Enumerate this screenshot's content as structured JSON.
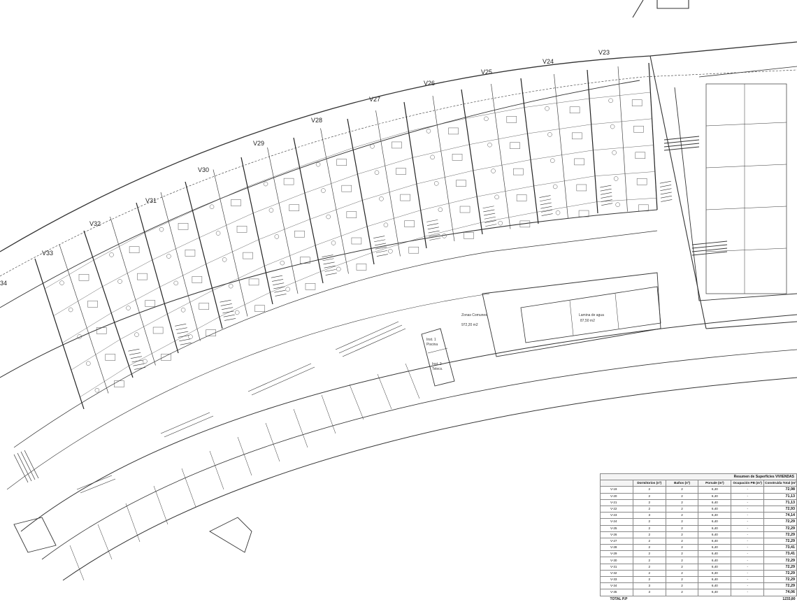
{
  "villa_labels": [
    "V23",
    "V24",
    "V25",
    "V26",
    "V27",
    "V28",
    "V29",
    "V30",
    "V31",
    "V32",
    "V33",
    "34"
  ],
  "areas": {
    "zonas_comunes": [
      "Zonas Comunes",
      "972,20 m2"
    ],
    "lamina_agua": [
      "Lamina de agua",
      "87,50 m2"
    ],
    "inst1": [
      "Inst. 1",
      "Piscina"
    ],
    "inst2": [
      "Inst. 2",
      "Telecs."
    ]
  },
  "summary": {
    "title": "Resumen de Superficies VIVIENDAS",
    "columns": [
      "",
      "Dormitorios (nº)",
      "Baños (nº)",
      "Porsale (m²)",
      "Ocupación PB (m²)",
      "Construida Total (m²)"
    ],
    "rows": [
      [
        "V-19",
        "2",
        "2",
        "6,40",
        "-",
        "72,98"
      ],
      [
        "V-20",
        "2",
        "2",
        "6,40",
        "-",
        "71,13"
      ],
      [
        "V-21",
        "2",
        "2",
        "6,40",
        "-",
        "71,13"
      ],
      [
        "V-22",
        "2",
        "2",
        "6,40",
        "-",
        "72,93"
      ],
      [
        "V-23",
        "3",
        "2",
        "6,40",
        "-",
        "74,14"
      ],
      [
        "V-24",
        "2",
        "2",
        "6,40",
        "-",
        "72,29"
      ],
      [
        "V-25",
        "2",
        "2",
        "6,40",
        "-",
        "72,29"
      ],
      [
        "V-26",
        "2",
        "2",
        "6,40",
        "-",
        "72,29"
      ],
      [
        "V-27",
        "2",
        "2",
        "6,40",
        "-",
        "72,29"
      ],
      [
        "V-28",
        "2",
        "2",
        "6,40",
        "-",
        "73,41"
      ],
      [
        "V-29",
        "2",
        "2",
        "6,40",
        "-",
        "73,41"
      ],
      [
        "V-30",
        "2",
        "2",
        "6,40",
        "-",
        "72,29"
      ],
      [
        "V-31",
        "2",
        "2",
        "6,40",
        "-",
        "72,29"
      ],
      [
        "V-32",
        "2",
        "2",
        "6,40",
        "-",
        "72,29"
      ],
      [
        "V-33",
        "2",
        "2",
        "6,40",
        "-",
        "72,29"
      ],
      [
        "V-34",
        "3",
        "2",
        "6,40",
        "-",
        "72,29"
      ],
      [
        "V-35",
        "3",
        "2",
        "6,40",
        "-",
        "74,06"
      ]
    ],
    "total_label": "TOTAL P.P",
    "total_value": "1233,80"
  }
}
